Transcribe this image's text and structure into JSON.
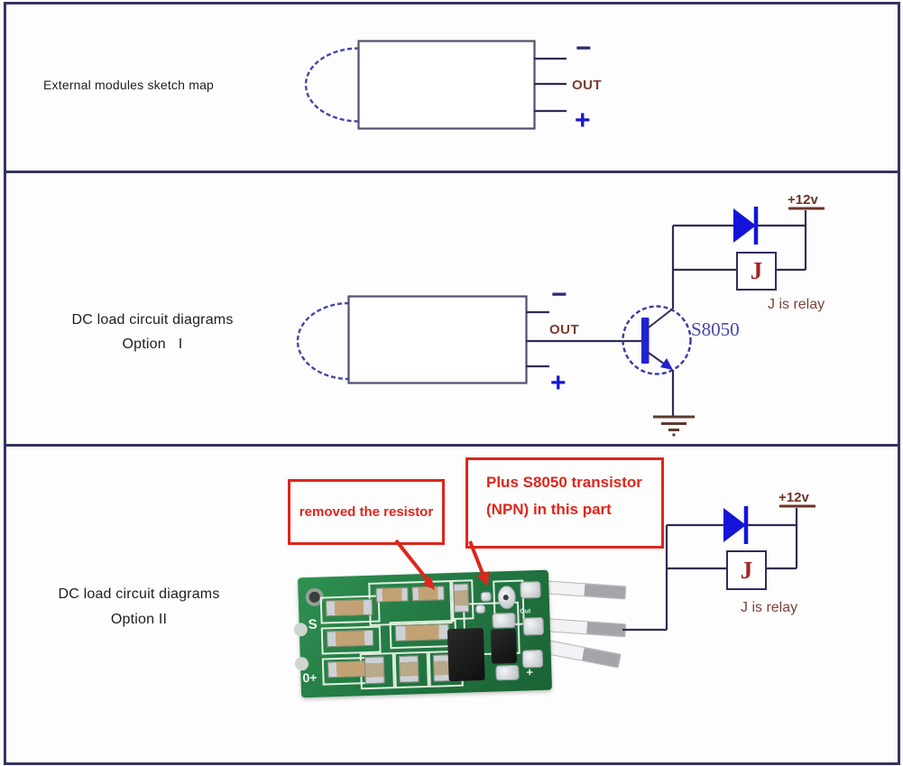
{
  "colors": {
    "frame_navy": "#35335f",
    "wire_navy": "#2e2d55",
    "diode_blue": "#1414d8",
    "transistor_blue": "#2323cd",
    "callout_red": "#de261c",
    "label_maroon": "#7a423a",
    "relay_letter_red": "#a32626",
    "s8050_blue": "#4646ac",
    "pcb_green": "#237a43"
  },
  "top": {
    "title": "External modules sketch map",
    "pin_minus": "−",
    "pin_out": "OUT",
    "pin_plus": "+"
  },
  "middle": {
    "title_line1": "DC load circuit diagrams",
    "title_line2": "Option   I",
    "pin_minus": "−",
    "pin_out": "OUT",
    "pin_plus": "+",
    "transistor_label": "S8050",
    "supply_label": "+12v",
    "relay_letter": "J",
    "relay_note": "J is relay"
  },
  "bottom": {
    "title_line1": "DC load circuit diagrams",
    "title_line2": "Option II",
    "callout_removed": "removed the resistor",
    "callout_plus_line1": "Plus S8050 transistor",
    "callout_plus_line2": "(NPN) in this part",
    "supply_label": "+12v",
    "relay_letter": "J",
    "relay_note": "J is relay",
    "pcb": {
      "label_s": "S",
      "label_0plus": "0+",
      "label_out": "Out",
      "label_plus": "+"
    }
  }
}
